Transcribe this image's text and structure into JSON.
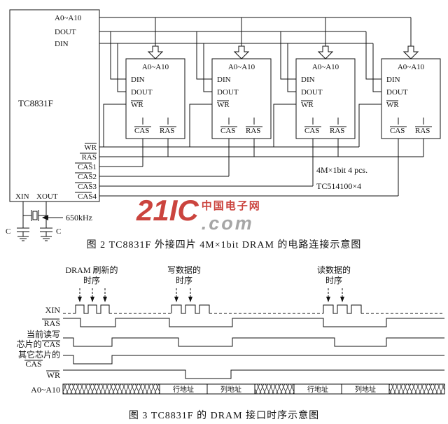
{
  "watermark": {
    "brand": "21IC",
    "suffix": ".com",
    "site": "中国电子网"
  },
  "figure2": {
    "caption": "图 2  TC8831F 外接四片 4M×1bit  DRAM 的电路连接示意图",
    "chip": {
      "name": "TC8831F",
      "pin_a": "A0~A10",
      "pin_dout": "DOUT",
      "pin_din": "DIN",
      "pin_wr": "WR",
      "pin_ras": "RAS",
      "pin_cas1": "CAS1",
      "pin_cas2": "CAS2",
      "pin_cas3": "CAS3",
      "pin_cas4": "CAS4",
      "pin_xin": "XIN",
      "pin_xout": "XOUT"
    },
    "dram": {
      "bus": "A0~A10",
      "din": "DIN",
      "dout": "DOUT",
      "wr": "WR",
      "cas": "CAS",
      "ras": "RAS"
    },
    "osc": {
      "freq": "650kHz",
      "cap1": "C",
      "cap2": "C"
    },
    "notes": {
      "line1": "4M×1bit  4 pcs.",
      "line2": "TC514100×4"
    }
  },
  "figure3": {
    "caption": "图 3  TC8831F 的 DRAM 接口时序示意图",
    "annotations": [
      {
        "line1": "DRAM 刷新的",
        "line2": "时序"
      },
      {
        "line1": "写数据的",
        "line2": "时序"
      },
      {
        "line1": "读数据的",
        "line2": "时序"
      }
    ],
    "signals": {
      "xin": "XIN",
      "ras": "RAS",
      "cas_current_1": "当前读写",
      "cas_current_2": "芯片的 CAS",
      "cas_other_1": "其它芯片的",
      "cas_other_2": "CAS",
      "wr": "WR",
      "addr": "A0~A10"
    },
    "bus_labels": [
      "行地址",
      "列地址",
      "行地址",
      "列地址"
    ]
  }
}
